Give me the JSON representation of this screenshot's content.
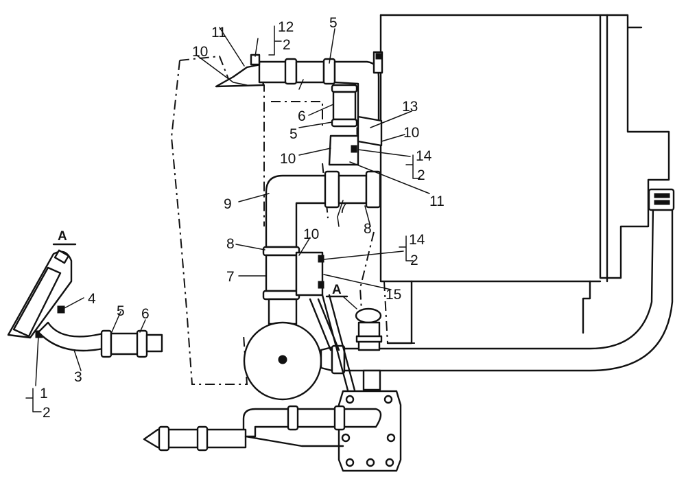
{
  "labels": {
    "l12_top": "12",
    "l2_top": "2",
    "l11_top": "11",
    "l10_top": "10",
    "l5_top": "5",
    "l6_mid": "6",
    "l5_mid": "5",
    "l13": "13",
    "l10_right": "10",
    "l10_mid": "10",
    "l14_upper": "14",
    "l2_upper": "2",
    "l9": "9",
    "l11_mid": "11",
    "l7_upper": "7",
    "l8_right": "8",
    "l14_lower": "14",
    "l2_lower": "2",
    "l8_left": "8",
    "l10_lower": "10",
    "l7_lower": "7",
    "l15": "15",
    "l4": "4",
    "l5_left": "5",
    "l6_left": "6",
    "l3": "3",
    "l1": "1",
    "l2_left": "2"
  },
  "view_labels": {
    "section_a": "A",
    "section_a_ref": "A"
  }
}
